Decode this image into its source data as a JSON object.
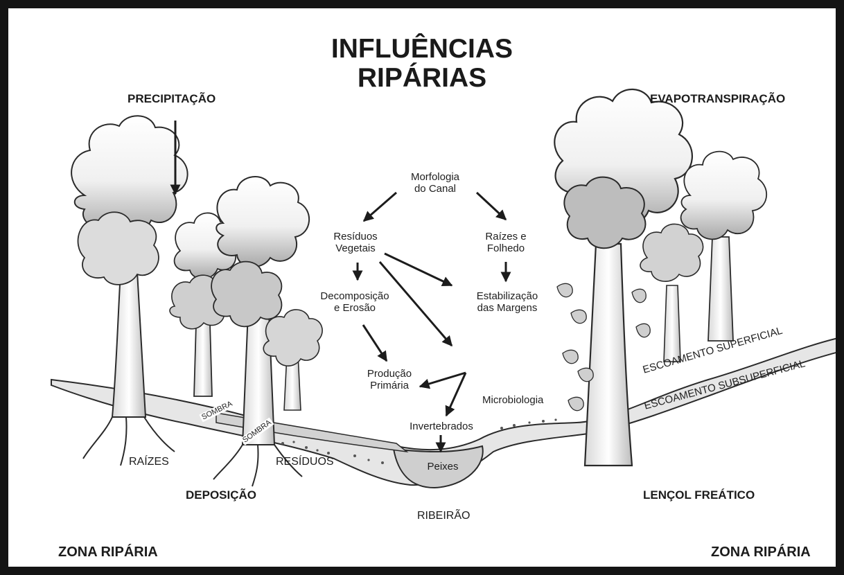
{
  "title": {
    "line1": "INFLUÊNCIAS",
    "line2": "RIPÁRIAS"
  },
  "labels": {
    "precipitacao": "PRECIPITAÇÃO",
    "evapotranspiracao": "EVAPOTRANSPIRAÇÃO",
    "escoamento_superficial": "ESCOAMENTO SUPERFICIAL",
    "escoamento_subsuperficial": "ESCOAMENTO SUBSUPERFICIAL",
    "sombra_1": "SOMBRA",
    "sombra_2": "SOMBRA",
    "raizes": "RAÍZES",
    "residuos": "RESÍDUOS",
    "deposicao": "DEPOSIÇÃO",
    "lencol_freatico": "LENÇOL FREÁTICO",
    "ribeirao": "RIBEIRÃO",
    "microbiologia": "Microbiologia",
    "zona_riparia_left": "ZONA RIPÁRIA",
    "zona_riparia_right": "ZONA RIPÁRIA"
  },
  "nodes": {
    "morfologia": [
      "Morfologia",
      "do Canal"
    ],
    "residuos_vegetais": [
      "Resíduos",
      "Vegetais"
    ],
    "raizes_folhedo": [
      "Raízes e",
      "Folhedo"
    ],
    "decomposicao": [
      "Decomposição",
      "e Erosão"
    ],
    "estabilizacao": [
      "Estabilização",
      "das Margens"
    ],
    "producao": [
      "Produção",
      "Primária"
    ],
    "invertebrados": [
      "Invertebrados"
    ],
    "peixes": [
      "Peixes"
    ]
  },
  "colors": {
    "border": "#141414",
    "ink": "#1c1c1c",
    "foliage": "#f4f4f4",
    "shade": "#9a9a9a",
    "ground": "#e2e2e2"
  }
}
